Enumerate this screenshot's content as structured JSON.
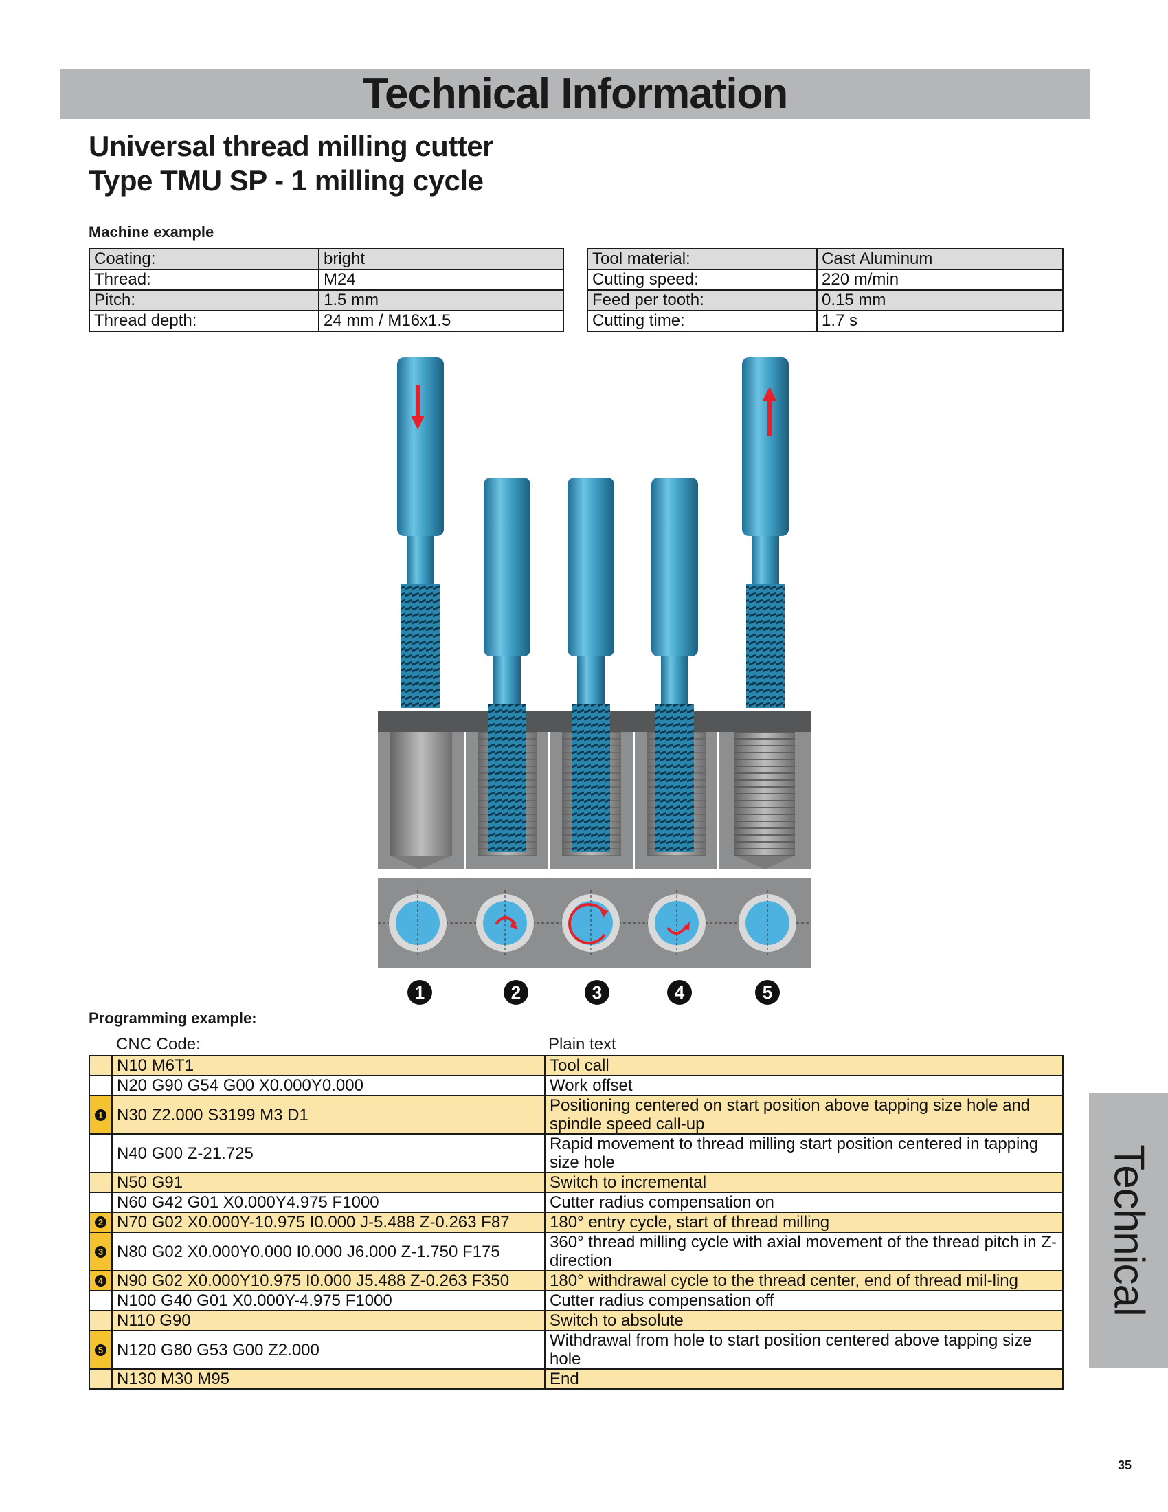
{
  "header": {
    "title": "Technical Information"
  },
  "subtitle": {
    "line1": "Universal thread milling cutter",
    "line2": "Type TMU SP - 1 milling cycle"
  },
  "machine_example": {
    "label": "Machine example",
    "left": [
      {
        "label": "Coating:",
        "value": "bright"
      },
      {
        "label": "Thread:",
        "value": "M24"
      },
      {
        "label": "Pitch:",
        "value": "1.5 mm"
      },
      {
        "label": "Thread depth:",
        "value": "24 mm / M16x1.5"
      }
    ],
    "right": [
      {
        "label": "Tool material:",
        "value": "Cast Aluminum"
      },
      {
        "label": "Cutting speed:",
        "value": "220 m/min"
      },
      {
        "label": "Feed per tooth:",
        "value": "0.15 mm"
      },
      {
        "label": "Cutting time:",
        "value": "1.7 s"
      }
    ]
  },
  "figure": {
    "step_numbers": [
      "1",
      "2",
      "3",
      "4",
      "5"
    ]
  },
  "programming_example": {
    "label": "Programming example:",
    "col_cnc": "CNC Code:",
    "col_plain": "Plain text",
    "rows": [
      {
        "mark": "",
        "code": "N10 M6T1",
        "text": "Tool call"
      },
      {
        "mark": "",
        "code": "N20 G90 G54 G00 X0.000Y0.000",
        "text": "Work offset"
      },
      {
        "mark": "1",
        "code": "N30 Z2.000 S3199 M3 D1",
        "text": "Positioning centered on start position above tapping size hole and spindle speed call-up"
      },
      {
        "mark": "",
        "code": "N40 G00 Z-21.725",
        "text": "Rapid movement to thread milling start position centered in tapping size hole"
      },
      {
        "mark": "",
        "code": "N50 G91",
        "text": "Switch to incremental"
      },
      {
        "mark": "",
        "code": "N60 G42 G01 X0.000Y4.975 F1000",
        "text": "Cutter radius compensation on"
      },
      {
        "mark": "2",
        "code": "N70 G02 X0.000Y-10.975 I0.000 J-5.488 Z-0.263 F87",
        "text": "180° entry cycle, start of thread milling"
      },
      {
        "mark": "3",
        "code": "N80 G02 X0.000Y0.000 I0.000 J6.000 Z-1.750 F175",
        "text": "360° thread milling cycle with axial movement of the thread pitch in Z-direction"
      },
      {
        "mark": "4",
        "code": "N90 G02 X0.000Y10.975 I0.000 J5.488 Z-0.263 F350",
        "text": "180° withdrawal cycle to the thread center, end of thread mil-ling"
      },
      {
        "mark": "",
        "code": "N100 G40 G01 X0.000Y-4.975 F1000",
        "text": "Cutter radius compensation off"
      },
      {
        "mark": "",
        "code": "N110 G90",
        "text": "Switch to absolute"
      },
      {
        "mark": "5",
        "code": "N120 G80 G53 G00 Z2.000",
        "text": "Withdrawal from hole to start position centered above tapping size hole"
      },
      {
        "mark": "",
        "code": "N130 M30 M95",
        "text": "End"
      }
    ]
  },
  "side_tab": {
    "label": "Technical"
  },
  "page": {
    "number": "35"
  },
  "colors": {
    "banner": "#b5b6b8",
    "highlight_row": "#fbe5a8",
    "marker": "#f5c230",
    "tool_blue": "#3f9fc4",
    "arrow_red": "#e8202a"
  }
}
